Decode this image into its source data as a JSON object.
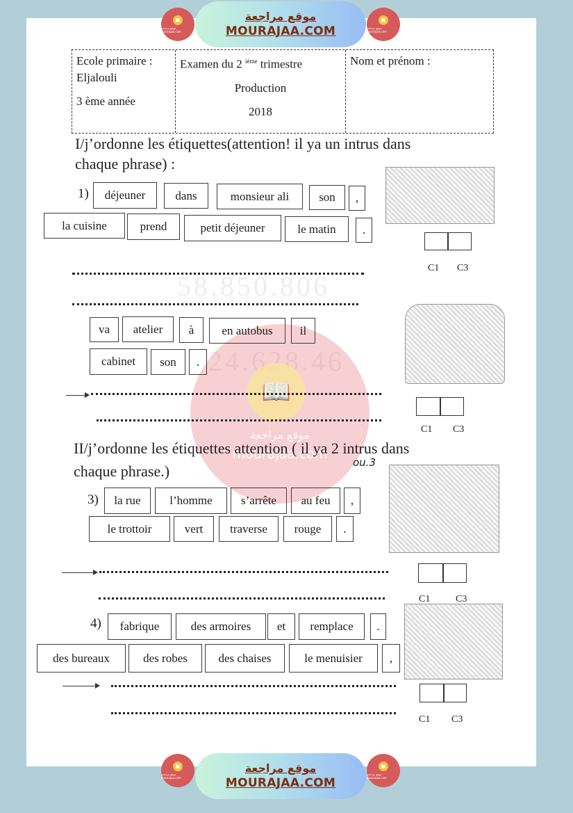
{
  "banner": {
    "arabic": "موقع مراجعة",
    "site": "MOURAJAA.COM",
    "logo_text": "موقع مراجعة mourajaa.com"
  },
  "watermark": {
    "arabic": "موقع مراجعة",
    "site": "mourajaa.com",
    "faint_numbers": [
      "58.850.806",
      "24.628.46"
    ]
  },
  "header": {
    "school_label": "Ecole primaire :",
    "school_name": "Eljalouli",
    "grade": "3 ème année",
    "exam_prefix": "Examen du 2",
    "exam_sup": "ième",
    "exam_suffix": "trimestre",
    "subject": "Production",
    "year": "2018",
    "name_label": "Nom et prénom :"
  },
  "part1": {
    "instruction_line1": "I/j’ordonne les étiquettes(attention! il ya un intrus dans",
    "instruction_line2": "chaque phrase) :",
    "exercise1": {
      "number": "1)",
      "row1": [
        "déjeuner",
        "dans",
        "monsieur ali",
        "son",
        ","
      ],
      "row2": [
        "la cuisine",
        "prend",
        "petit déjeuner",
        "le matin",
        "."
      ]
    },
    "exercise2": {
      "row1": [
        "va",
        "atelier",
        "à",
        "en autobus",
        "il"
      ],
      "row2": [
        "cabinet",
        "son",
        "."
      ]
    }
  },
  "part2": {
    "instruction_line1": "II/j’ordonne les étiquettes attention ( il ya 2 intrus dans",
    "instruction_line2": "chaque phrase.)",
    "handwritten_note": "ou.3",
    "exercise3": {
      "number": "3)",
      "row1": [
        "la rue",
        "l’homme",
        "s’arrête",
        "au feu",
        ","
      ],
      "row2": [
        "le trottoir",
        "vert",
        "traverse",
        "rouge",
        "."
      ]
    },
    "exercise4": {
      "number": "4)",
      "row1": [
        "fabrique",
        "des armoires",
        "et",
        "remplace",
        "."
      ],
      "row2": [
        "des bureaux",
        "des robes",
        "des chaises",
        "le menuisier",
        ","
      ]
    }
  },
  "criteria": {
    "c1": "C1",
    "c3": "C3"
  },
  "colors": {
    "background": "#b2cfd9",
    "banner_text": "#7a2e12",
    "logo": "#d65a5a",
    "watermark": "#e66e78"
  }
}
